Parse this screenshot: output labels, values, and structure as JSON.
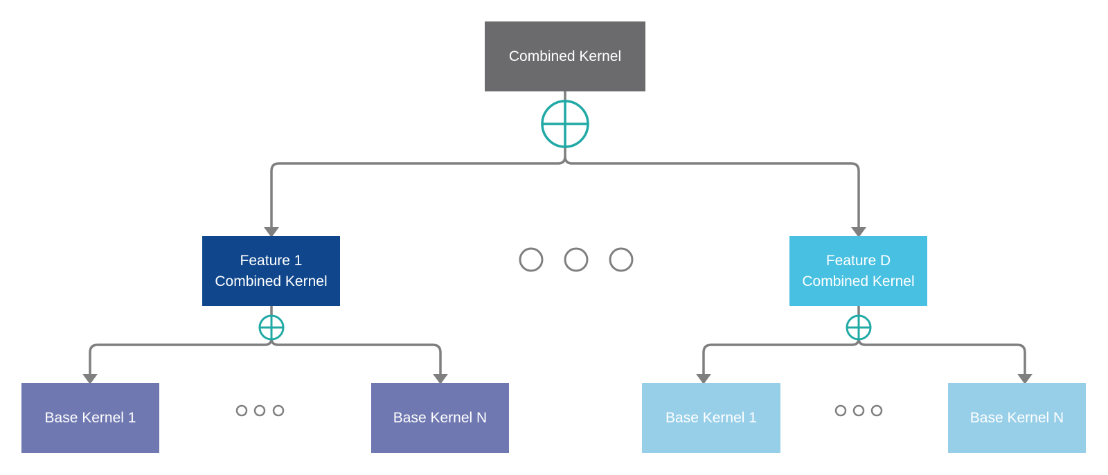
{
  "colors": {
    "root": "#6b6b6d",
    "feature_1": "#10478c",
    "feature_d": "#48c0e1",
    "base_group_1": "#6f78b1",
    "base_group_d": "#98cfe8",
    "connector": "#7f7f7f",
    "sum_symbol": "#20a9a5",
    "text": "#ffffff"
  },
  "icons": [
    "direct-sum-icon",
    "ellipsis-icon"
  ],
  "nodes": {
    "root": {
      "label": "Combined Kernel"
    },
    "feature_1": {
      "label": "Feature 1 Combined Kernel"
    },
    "feature_d": {
      "label": "Feature D Combined Kernel"
    },
    "feature_1_base_first": {
      "label": "Base Kernel 1"
    },
    "feature_1_base_last": {
      "label": "Base Kernel N"
    },
    "feature_d_base_first": {
      "label": "Base Kernel 1"
    },
    "feature_d_base_last": {
      "label": "Base Kernel N"
    }
  }
}
